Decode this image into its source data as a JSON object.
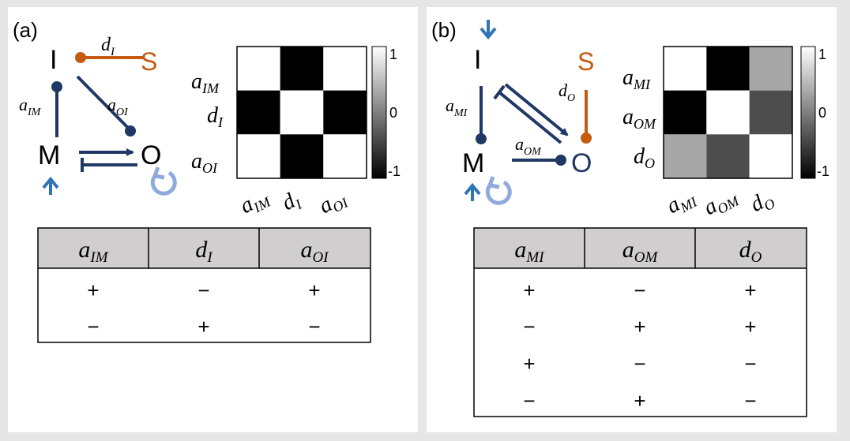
{
  "colors": {
    "dark_blue": "#1f3864",
    "bright_blue": "#2e75b6",
    "light_blue": "#8faadc",
    "orange": "#c55a11",
    "header_gray": "#d0cece"
  },
  "panel_a": {
    "label": "(a)",
    "nodes": {
      "I": "I",
      "S": "S",
      "M": "M",
      "O": "O"
    },
    "edge_labels": [
      {
        "base": "d",
        "sub": "I"
      },
      {
        "base": "a",
        "sub": "IM"
      },
      {
        "base": "a",
        "sub": "OI"
      }
    ],
    "matrix": {
      "row_labels": [
        {
          "base": "a",
          "sub": "IM"
        },
        {
          "base": "d",
          "sub": "I"
        },
        {
          "base": "a",
          "sub": "OI"
        }
      ],
      "col_labels": [
        {
          "base": "a",
          "sub": "IM"
        },
        {
          "base": "d",
          "sub": "I"
        },
        {
          "base": "a",
          "sub": "OI"
        }
      ],
      "values": [
        [
          1,
          -1,
          1
        ],
        [
          -1,
          1,
          -1
        ],
        [
          1,
          -1,
          1
        ]
      ],
      "colorbar_ticks": [
        "1",
        "0",
        "-1"
      ]
    },
    "table": {
      "headers": [
        {
          "base": "a",
          "sub": "IM"
        },
        {
          "base": "d",
          "sub": "I"
        },
        {
          "base": "a",
          "sub": "OI"
        }
      ],
      "rows": [
        [
          "+",
          "−",
          "+"
        ],
        [
          "−",
          "+",
          "−"
        ]
      ]
    }
  },
  "panel_b": {
    "label": "(b)",
    "nodes": {
      "I": "I",
      "S": "S",
      "M": "M",
      "O": "O"
    },
    "edge_labels": [
      {
        "base": "a",
        "sub": "MI"
      },
      {
        "base": "d",
        "sub": "O"
      },
      {
        "base": "a",
        "sub": "OM"
      }
    ],
    "matrix": {
      "row_labels": [
        {
          "base": "a",
          "sub": "MI"
        },
        {
          "base": "a",
          "sub": "OM"
        },
        {
          "base": "d",
          "sub": "O"
        }
      ],
      "col_labels": [
        {
          "base": "a",
          "sub": "MI"
        },
        {
          "base": "a",
          "sub": "OM"
        },
        {
          "base": "d",
          "sub": "O"
        }
      ],
      "values": [
        [
          1,
          -1,
          0.3
        ],
        [
          -1,
          1,
          -0.4
        ],
        [
          0.3,
          -0.4,
          1
        ]
      ],
      "colorbar_ticks": [
        "1",
        "0",
        "-1"
      ]
    },
    "table": {
      "headers": [
        {
          "base": "a",
          "sub": "MI"
        },
        {
          "base": "a",
          "sub": "OM"
        },
        {
          "base": "d",
          "sub": "O"
        }
      ],
      "rows": [
        [
          "+",
          "−",
          "+"
        ],
        [
          "−",
          "+",
          "+"
        ],
        [
          "+",
          "−",
          "−"
        ],
        [
          "−",
          "+",
          "−"
        ]
      ]
    }
  }
}
